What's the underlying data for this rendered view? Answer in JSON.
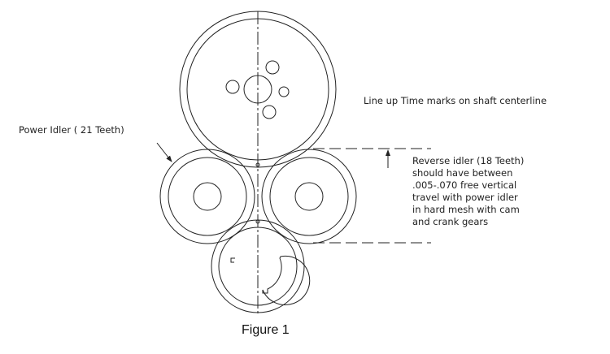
{
  "labels": {
    "timing_note": "Line up Time marks on shaft centerline",
    "power_idler": "Power Idler ( 21 Teeth)",
    "reverse_note": [
      "Reverse idler (18 Teeth)",
      "should have between",
      ".005-.070 free vertical",
      "travel with power idler",
      "in hard mesh with cam",
      "and crank gears"
    ],
    "caption": "Figure 1"
  },
  "colors": {
    "line": "#222222",
    "background": "#ffffff"
  }
}
